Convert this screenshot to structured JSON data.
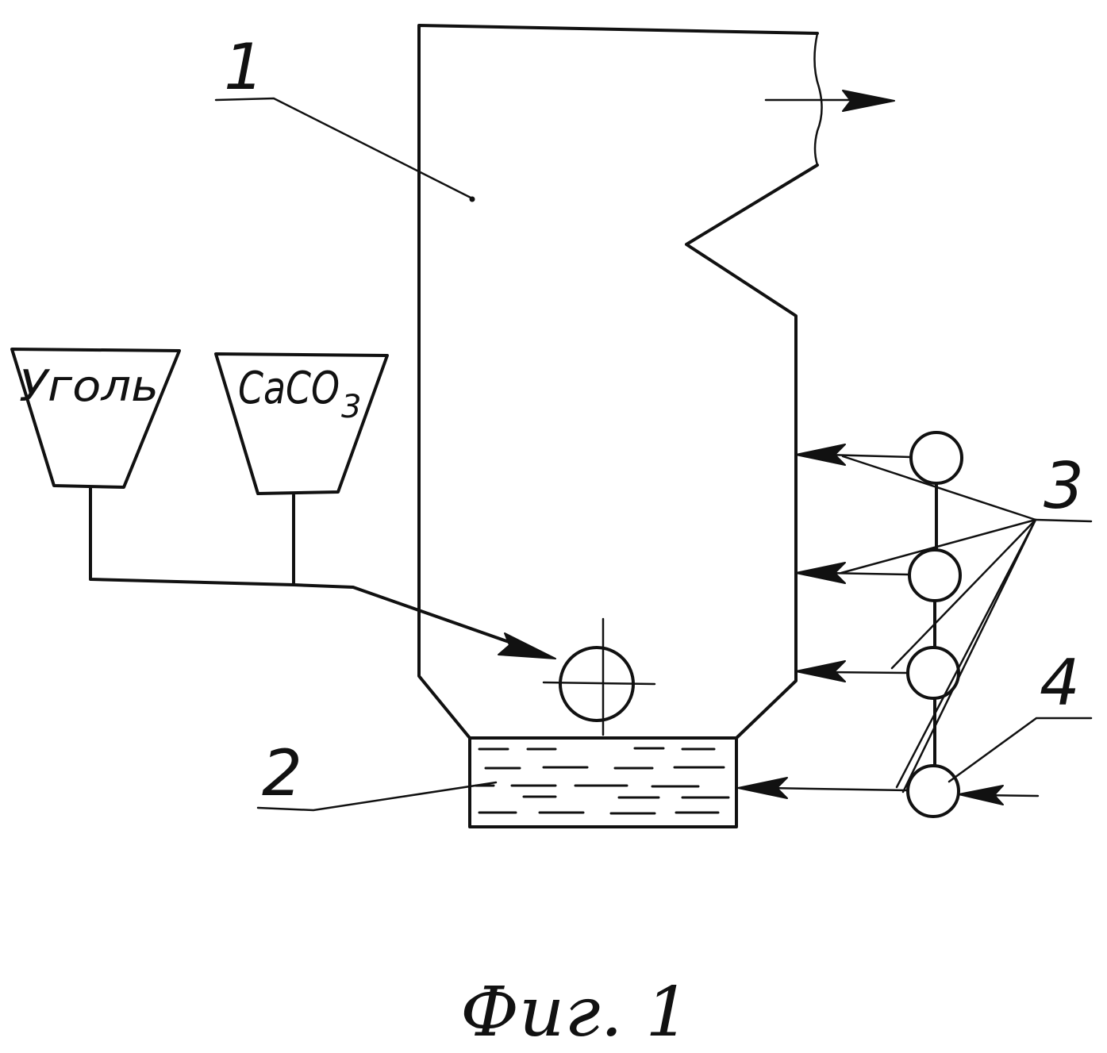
{
  "labels": {
    "furnace": "1",
    "bath": "2",
    "burners": "3",
    "air_supply": "4"
  },
  "hoppers": {
    "coal": "Уголь",
    "limestone_main": "CaCO",
    "limestone_sub": "3"
  },
  "caption": "Фиг. 1"
}
